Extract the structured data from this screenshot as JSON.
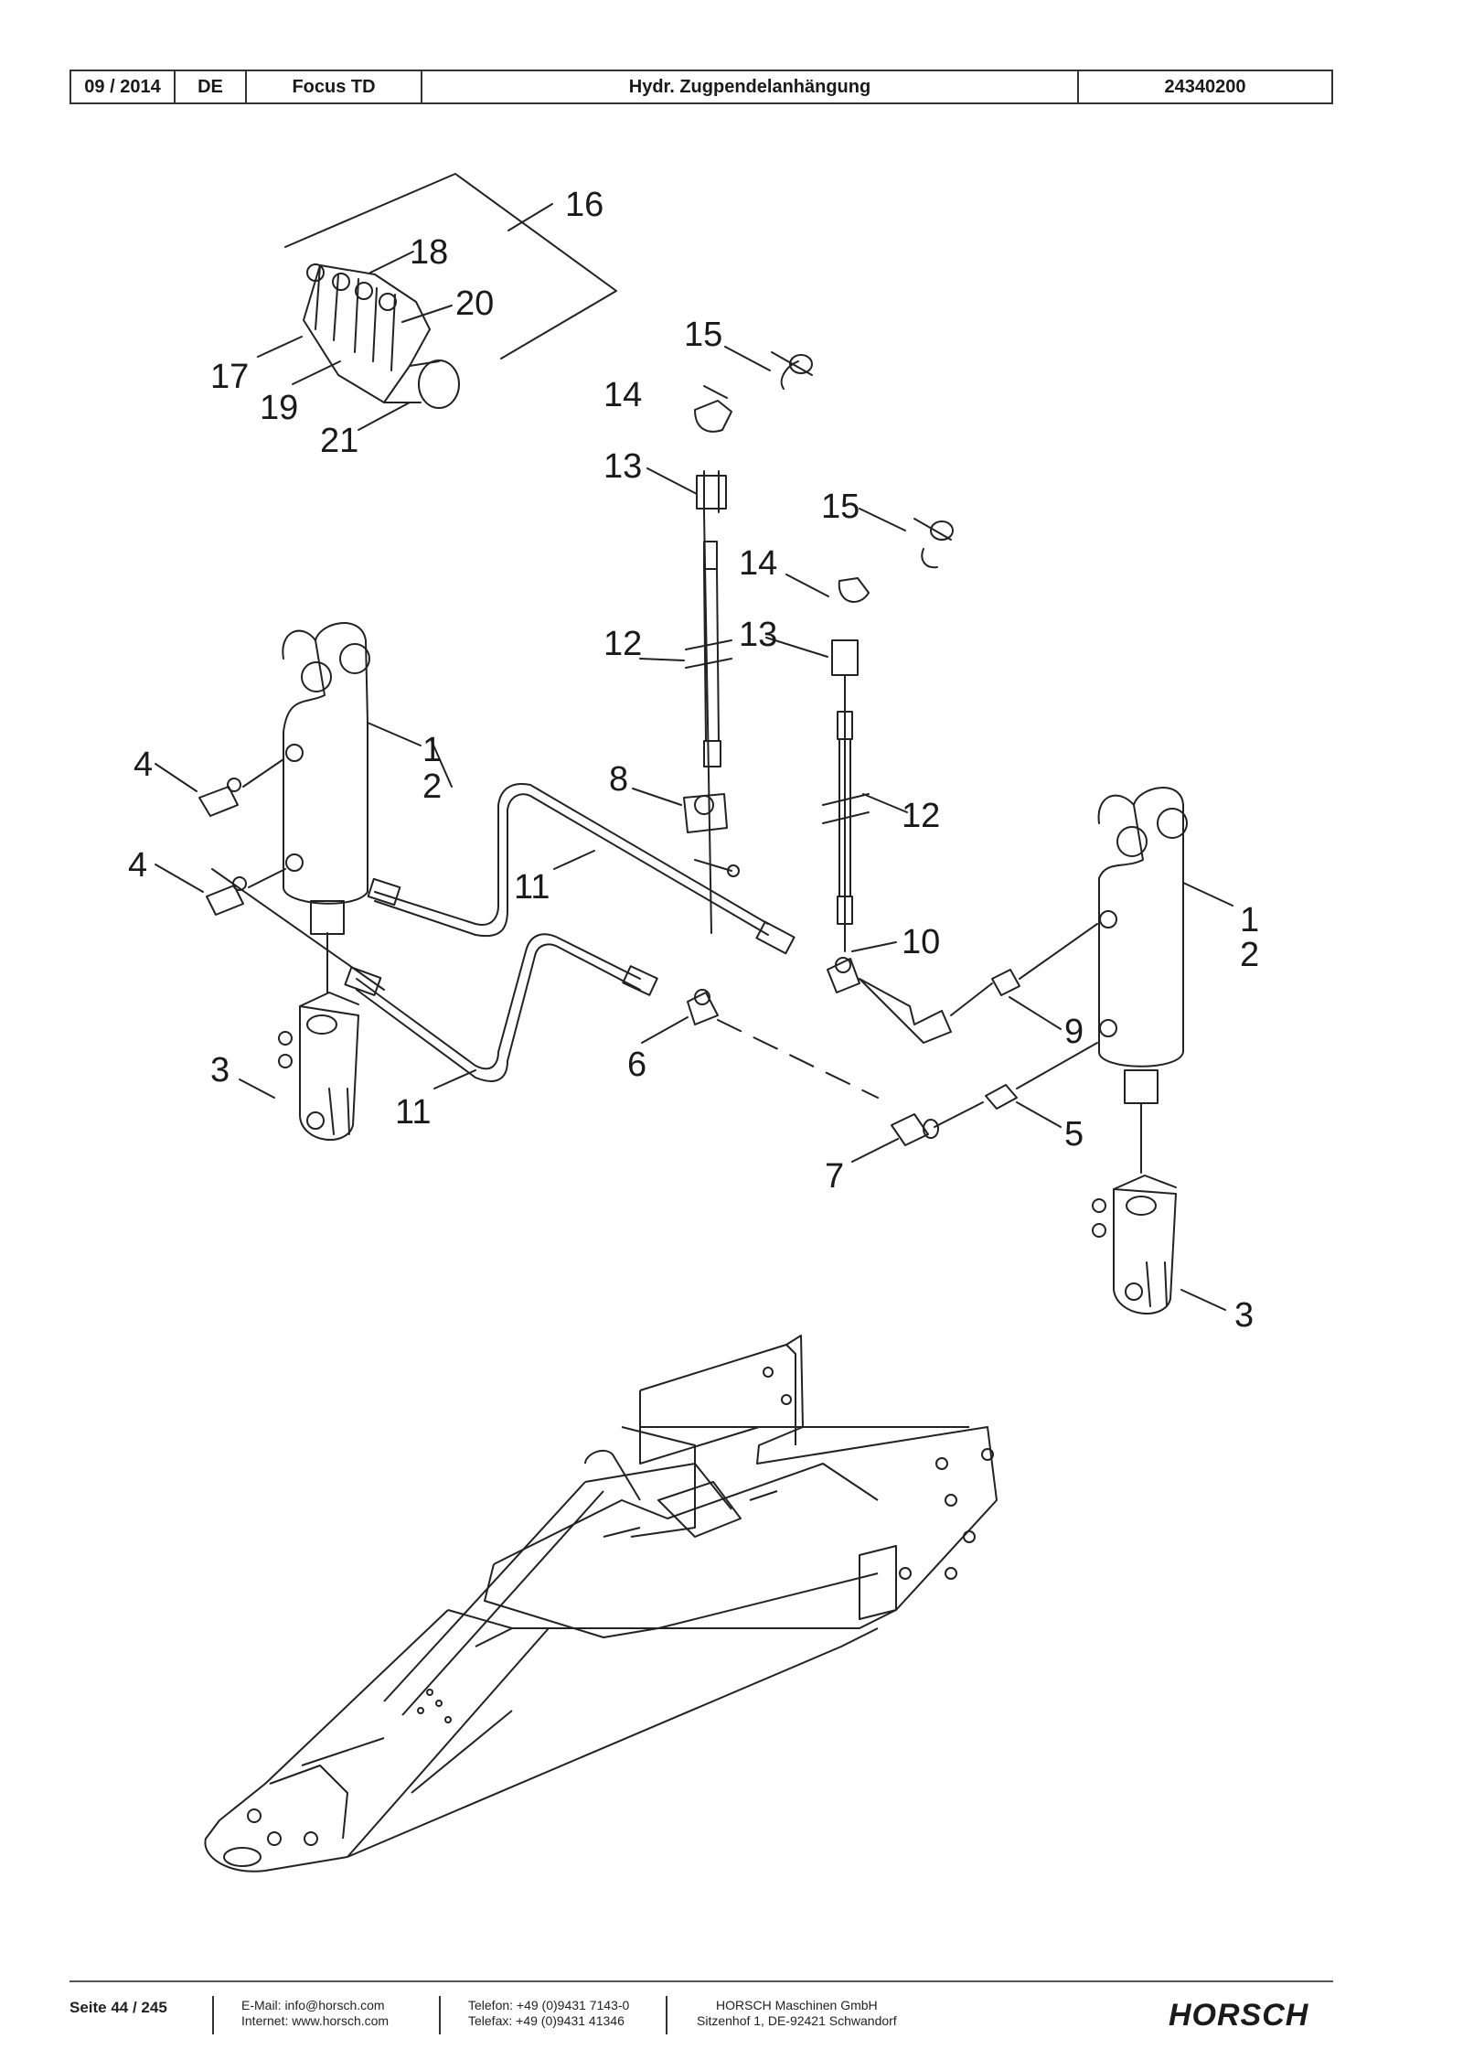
{
  "header": {
    "date": "09 / 2014",
    "lang": "DE",
    "model": "Focus TD",
    "title": "Hydr. Zugpendelanhängung",
    "number": "24340200"
  },
  "callouts": [
    "16",
    "18",
    "20",
    "17",
    "19",
    "21",
    "15",
    "14",
    "13",
    "15",
    "14",
    "13",
    "12",
    "12",
    "1",
    "2",
    "4",
    "4",
    "8",
    "11",
    "11",
    "3",
    "6",
    "10",
    "9",
    "1",
    "2",
    "5",
    "7",
    "3"
  ],
  "footer": {
    "page": "Seite 44 / 245",
    "email": "E-Mail: info@horsch.com",
    "internet": "Internet: www.horsch.com",
    "phone": "Telefon: +49 (0)9431 7143-0",
    "fax": "Telefax: +49 (0)9431 41346",
    "company": "HORSCH Maschinen GmbH",
    "address": "Sitzenhof 1, DE-92421 Schwandorf",
    "logo": "HORSCH"
  }
}
